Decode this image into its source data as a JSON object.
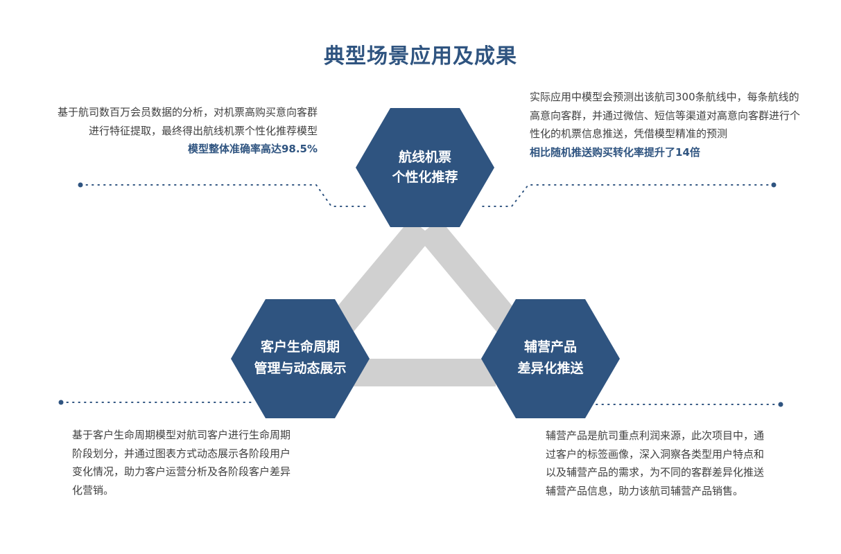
{
  "title": "典型场景应用及成果",
  "colors": {
    "hexagon_fill": "#2f5480",
    "connector_fill": "#d0d0d0",
    "highlight_text": "#2f5480",
    "body_text": "#404040"
  },
  "hexagons": {
    "top": {
      "line1": "航线机票",
      "line2": "个性化推荐"
    },
    "left": {
      "line1": "客户生命周期",
      "line2": "管理与动态展示"
    },
    "right": {
      "line1": "辅营产品",
      "line2": "差异化推送"
    }
  },
  "descriptions": {
    "top_left": {
      "text": "基于航司数百万会员数据的分析，对机票高购买意向客群进行特征提取，最终得出航线机票个性化推荐模型",
      "highlight": "模型整体准确率高达98.5%"
    },
    "top_right": {
      "text": "实际应用中模型会预测出该航司300条航线中，每条航线的高意向客群，并通过微信、短信等渠道对高意向客群进行个性化的机票信息推送，凭借模型精准的预测",
      "highlight": "相比随机推送购买转化率提升了14倍"
    },
    "bottom_left": {
      "text": "基于客户生命周期模型对航司客户进行生命周期阶段划分，并通过图表方式动态展示各阶段用户变化情况，助力客户运营分析及各阶段客户差异化营销。"
    },
    "bottom_right": {
      "text": "辅营产品是航司重点利润来源，此次项目中，通过客户的标签画像，深入洞察各类型用户特点和以及辅营产品的需求，为不同的客群差异化推送辅营产品信息，助力该航司辅营产品销售。"
    }
  }
}
